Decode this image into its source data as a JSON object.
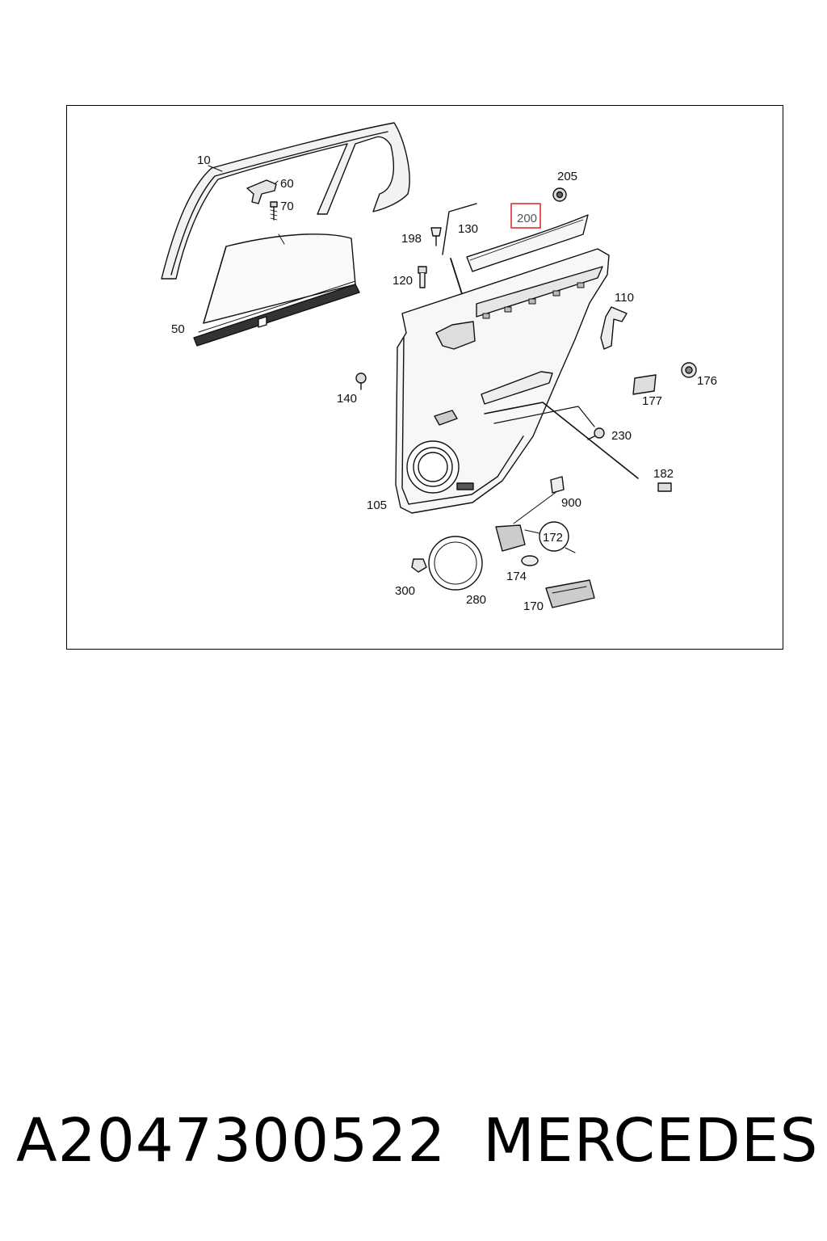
{
  "callouts": {
    "c10": "10",
    "c60": "60",
    "c70": "70",
    "c50": "50",
    "c205": "205",
    "c200": "200",
    "c198": "198",
    "c130": "130",
    "c120": "120",
    "c110": "110",
    "c140": "140",
    "c176": "176",
    "c177": "177",
    "c230": "230",
    "c182": "182",
    "c105": "105",
    "c900": "900",
    "c172": "172",
    "c174": "174",
    "c300": "300",
    "c280": "280",
    "c170": "170"
  },
  "highlighted_callout": "200",
  "highlight_color": "#e02020",
  "caption": {
    "part_number": "A2047300522",
    "brand": "MERCEDES"
  }
}
